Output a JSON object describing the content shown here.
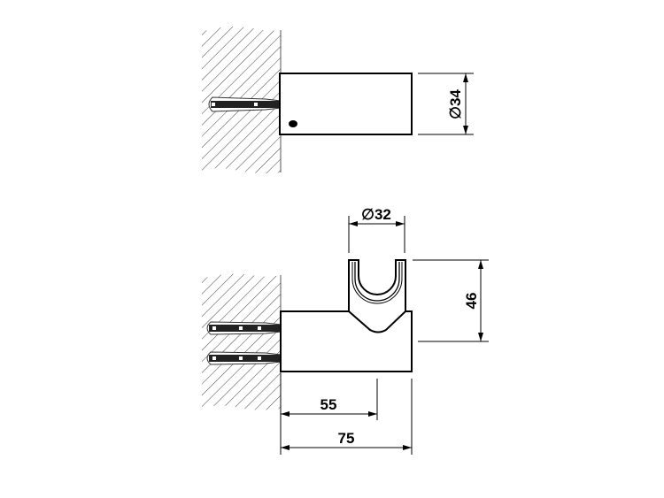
{
  "top_view": {
    "diameter_label": "∅34"
  },
  "side_view": {
    "clip_diameter_label": "∅32",
    "height_label": "46",
    "clip_offset_label": "55",
    "total_depth_label": "75"
  }
}
